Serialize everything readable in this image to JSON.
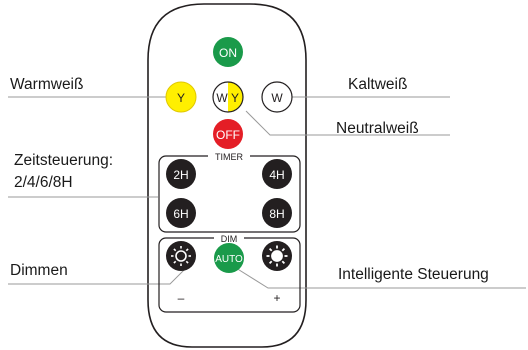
{
  "labels": {
    "warm": "Warmweiß",
    "cold": "Kaltweiß",
    "neutral": "Neutralweiß",
    "timer_line1": "Zeitsteuerung:",
    "timer_line2": "2/4/6/8H",
    "dim": "Dimmen",
    "auto": "Intelligente Steuerung"
  },
  "remote": {
    "on": "ON",
    "off": "OFF",
    "warm": "Y",
    "neutral_w": "W",
    "neutral_y": "Y",
    "cold": "W",
    "timer_title": "TIMER",
    "timer_2h": "2H",
    "timer_4h": "4H",
    "timer_6h": "6H",
    "timer_8h": "8H",
    "dim_title": "DIM",
    "auto": "AUTO",
    "minus": "–",
    "plus": "+"
  },
  "colors": {
    "on": "#1a9a4a",
    "off": "#e41e26",
    "warm": "#ffef00",
    "dark": "#231f20",
    "line": "#9a9a9a"
  },
  "icons": {
    "dim_down": "sun-outline-icon",
    "dim_up": "sun-filled-icon"
  }
}
